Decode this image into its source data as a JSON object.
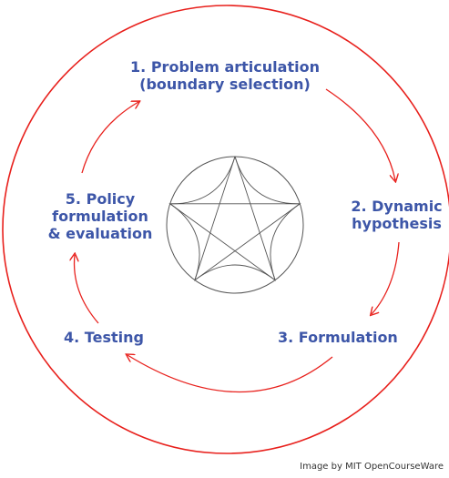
{
  "steps": [
    {
      "num": "1.",
      "lines": [
        "Problem articulation",
        "(boundary selection)"
      ]
    },
    {
      "num": "2.",
      "lines": [
        "Dynamic",
        "hypothesis"
      ]
    },
    {
      "num": "3.",
      "lines": [
        "Formulation"
      ]
    },
    {
      "num": "4.",
      "lines": [
        "Testing"
      ]
    },
    {
      "num": "5.",
      "lines": [
        "Policy",
        "formulation",
        "& evaluation"
      ]
    }
  ],
  "credit": "Image by MIT OpenCourseWare",
  "colors": {
    "ring": "#e8201c",
    "arrow": "#e8201c",
    "text": "#3d56a8",
    "emblem": "#555555"
  }
}
